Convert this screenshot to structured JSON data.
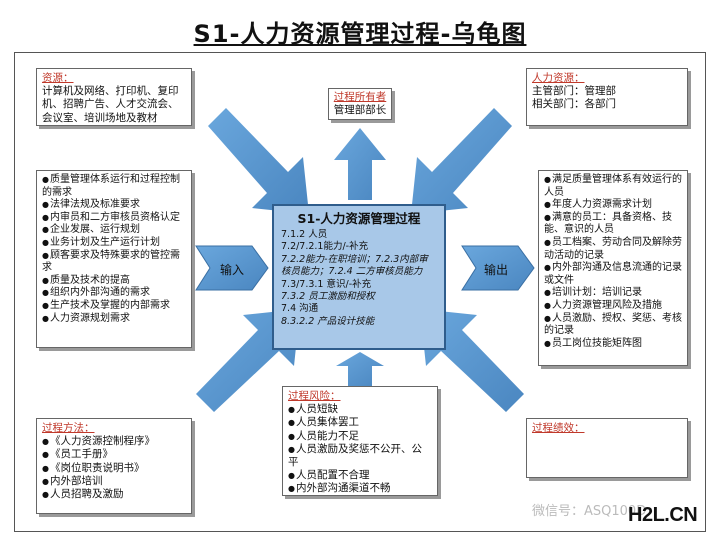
{
  "title": "S1-人力资源管理过程-乌龟图",
  "top_left": {
    "head": "资源：",
    "text": "计算机及网络、打印机、复印机、招聘广告、人才交流会、会议室、培训场地及教材"
  },
  "top_center": {
    "head": "过程所有者",
    "text": "管理部部长"
  },
  "top_right": {
    "head": "人力资源：",
    "lines": [
      "主管部门：管理部",
      "相关部门：各部门"
    ]
  },
  "inputs": {
    "items": [
      "质量管理体系运行和过程控制的需求",
      "法律法规及标准要求",
      "内审员和二方审核员资格认定",
      "企业发展、运行规划",
      "业务计划及生产运行计划",
      "顾客要求及特殊要求的管控需求",
      "质量及技术的提高",
      "组织内外部沟通的需求",
      "生产技术及掌握的内部需求",
      "人力资源规划需求"
    ]
  },
  "input_label": "输入",
  "output_label": "输出",
  "center": {
    "title": "S1-人力资源管理过程",
    "items": [
      {
        "text": "7.1.2 人员",
        "italic": false
      },
      {
        "text": "7.2/7.2.1能力/-补充",
        "italic": false
      },
      {
        "text": "7.2.2能力-在职培训；7.2.3内部审核员能力；7.2.4 二方审核员能力",
        "italic": true
      },
      {
        "text": "7.3/7.3.1 意识/-补充",
        "italic": false
      },
      {
        "text": "7.3.2 员工激励和授权",
        "italic": true
      },
      {
        "text": "7.4 沟通",
        "italic": false
      },
      {
        "text": "8.3.2.2 产品设计技能",
        "italic": true
      }
    ]
  },
  "outputs": {
    "items": [
      "满足质量管理体系有效运行的人员",
      "年度人力资源需求计划",
      "满意的员工：具备资格、技能、意识的人员",
      "员工档案、劳动合同及解除劳动活动的记录",
      "内外部沟通及信息流通的记录或文件",
      "培训计划：培训记录",
      "人力资源管理风险及措施",
      "人员激励、授权、奖惩、考核的记录",
      "员工岗位技能矩阵图"
    ]
  },
  "bottom_left": {
    "head": "过程方法：",
    "items": [
      "《人力资源控制程序》",
      "《员工手册》",
      "《岗位职责说明书》",
      "内外部培训",
      "人员招聘及激励"
    ]
  },
  "bottom_center": {
    "head": "过程风险：",
    "items": [
      "人员短缺",
      "人员集体罢工",
      "人员能力不足",
      "人员激励及奖惩不公开、公平",
      "人员配置不合理",
      "内外部沟通渠道不畅"
    ]
  },
  "bottom_right": {
    "head": "过程绩效："
  },
  "watermark": "微信号：ASQ100D",
  "logo": "H2L.CN",
  "colors": {
    "arrow": "#5b9bd5",
    "center_fill": "#a8c8e8",
    "header_red": "#c0392b"
  }
}
